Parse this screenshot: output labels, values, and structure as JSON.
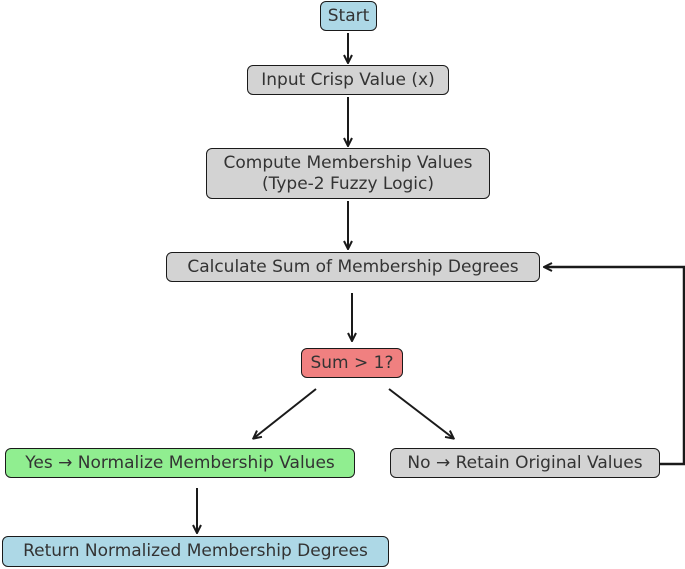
{
  "colors": {
    "terminal": "#add8e6",
    "process": "#d3d3d3",
    "decision": "#f08080",
    "yes_branch": "#90ee90",
    "edge": "#1a1a1a",
    "text": "#333333"
  },
  "nodes": {
    "start": {
      "label": "Start",
      "color_key": "terminal"
    },
    "input": {
      "label": "Input Crisp Value (x)",
      "color_key": "process"
    },
    "compute": {
      "line1": "Compute Membership Values",
      "line2": "(Type-2 Fuzzy Logic)",
      "color_key": "process"
    },
    "sum": {
      "label": "Calculate Sum of Membership Degrees",
      "color_key": "process"
    },
    "decision": {
      "label": "Sum > 1?",
      "color_key": "decision"
    },
    "yes": {
      "label": "Yes → Normalize Membership Values",
      "color_key": "yes_branch"
    },
    "no": {
      "label": "No → Retain Original Values",
      "color_key": "process"
    },
    "return": {
      "label": "Return Normalized Membership Degrees",
      "color_key": "terminal"
    }
  },
  "edges": [
    {
      "from": "start",
      "to": "input"
    },
    {
      "from": "input",
      "to": "compute"
    },
    {
      "from": "compute",
      "to": "sum"
    },
    {
      "from": "sum",
      "to": "decision"
    },
    {
      "from": "decision",
      "to": "yes"
    },
    {
      "from": "decision",
      "to": "no"
    },
    {
      "from": "yes",
      "to": "return"
    },
    {
      "from": "no",
      "to": "sum"
    }
  ]
}
